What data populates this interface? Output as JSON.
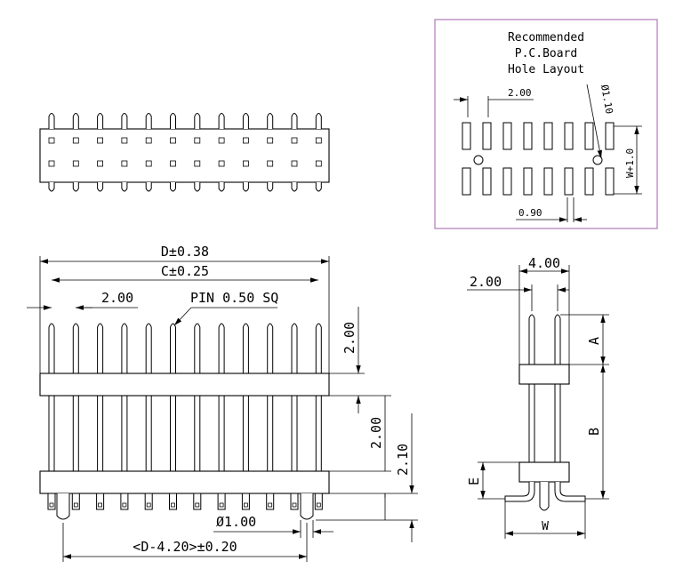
{
  "top_view": {},
  "pcb_layout": {
    "title_line1": "Recommended",
    "title_line2": "P.C.Board",
    "title_line3": "Hole Layout",
    "pitch": "2.00",
    "hole_dia": "Ø1.10",
    "row_spacing": "W+1.0",
    "pad_width": "0.90",
    "frame_color": "#b07ab8"
  },
  "front_view": {
    "dim_d": "D±0.38",
    "dim_c": "C±0.25",
    "pitch": "2.00",
    "pin_callout": "PIN 0.50 SQ",
    "dim_top": "2.00",
    "dim_mid": "2.00",
    "dim_bottom": "2.10",
    "peg_dia": "Ø1.00",
    "peg_span": "<D-4.20>±0.20"
  },
  "side_view": {
    "row_spacing": "4.00",
    "offset": "2.00",
    "dim_a": "A",
    "dim_b": "B",
    "dim_e": "E",
    "dim_w": "W"
  }
}
